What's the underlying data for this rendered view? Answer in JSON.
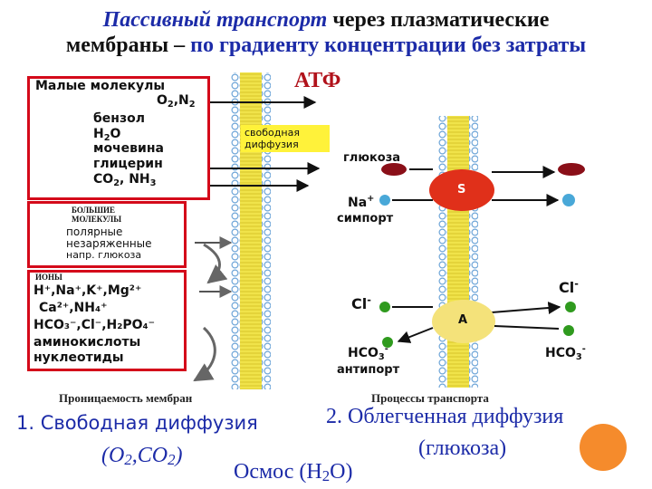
{
  "title": {
    "italic_part": "Пассивный транспорт",
    "rest_line1": " через плазматические",
    "line2_prefix": "мембраны – ",
    "line2_blue": "по градиенту концентрации без затраты",
    "atf": "АТФ"
  },
  "small_molecules": {
    "header": "Малые молекулы",
    "o2n2": "O",
    "o2n2_sub1": "2",
    "o2n2_mid": ",N",
    "o2n2_sub2": "2",
    "benzol": "бензол",
    "h2o_a": "H",
    "h2o_sub": "2",
    "h2o_b": "O",
    "urea": "мочевина",
    "glycerin": "глицерин",
    "co2_a": "CO",
    "co2_sub": "2",
    "co2_b": ", NH",
    "co2_sub2": "3"
  },
  "large_molecules": {
    "header_line1": "БОЛЬШИЕ",
    "header_line2": "МОЛЕКУЛЫ",
    "line1": "полярные",
    "line2": "незаряженные",
    "line3": "напр. глюкоза"
  },
  "ions": {
    "header": "ИОНЫ",
    "l1": "H⁺,Na⁺,K⁺,Mg²⁺",
    "l2": "Ca²⁺,NH₄⁺",
    "l3": "HCO₃⁻,Cl⁻,H₂PO₄⁻",
    "l4": "аминокислоты",
    "l5": "нуклеотиды"
  },
  "free_diffusion_label_line1": "свободная",
  "free_diffusion_label_line2": "диффузия",
  "transport": {
    "glucose": "глюкоза",
    "s": "S",
    "na": "Na",
    "na_sup": "+",
    "symport": "симпорт",
    "cl_left": "Cl",
    "cl_right": "Cl",
    "minus": "-",
    "a": "A",
    "hco3": "HCO",
    "hco3_sub": "3",
    "antiport": "антипорт"
  },
  "captions": {
    "left": "Проницаемость мембран",
    "right": "Процессы транспорта"
  },
  "footer": {
    "item1": "1. Свободная диффузия",
    "item1_sub_a": "(O",
    "item1_sub_b": ",CO",
    "item1_sub_c": ")",
    "two": "2",
    "item2": "2. Облегченная диффузия",
    "item2_sub": "(глюкоза)",
    "osmos_a": "Осмос (H",
    "osmos_b": "O)"
  },
  "colors": {
    "accent_blue": "#1c2ba8",
    "box_red": "#d40a1a",
    "carrier_red": "#e0301a",
    "carrier_yellow": "#f4e27a",
    "membrane_yellow": "#f0e34a",
    "lipid_blue": "#6fa6d8",
    "label_yellow": "#fff23a",
    "orange_dot": "#f58b2c"
  }
}
